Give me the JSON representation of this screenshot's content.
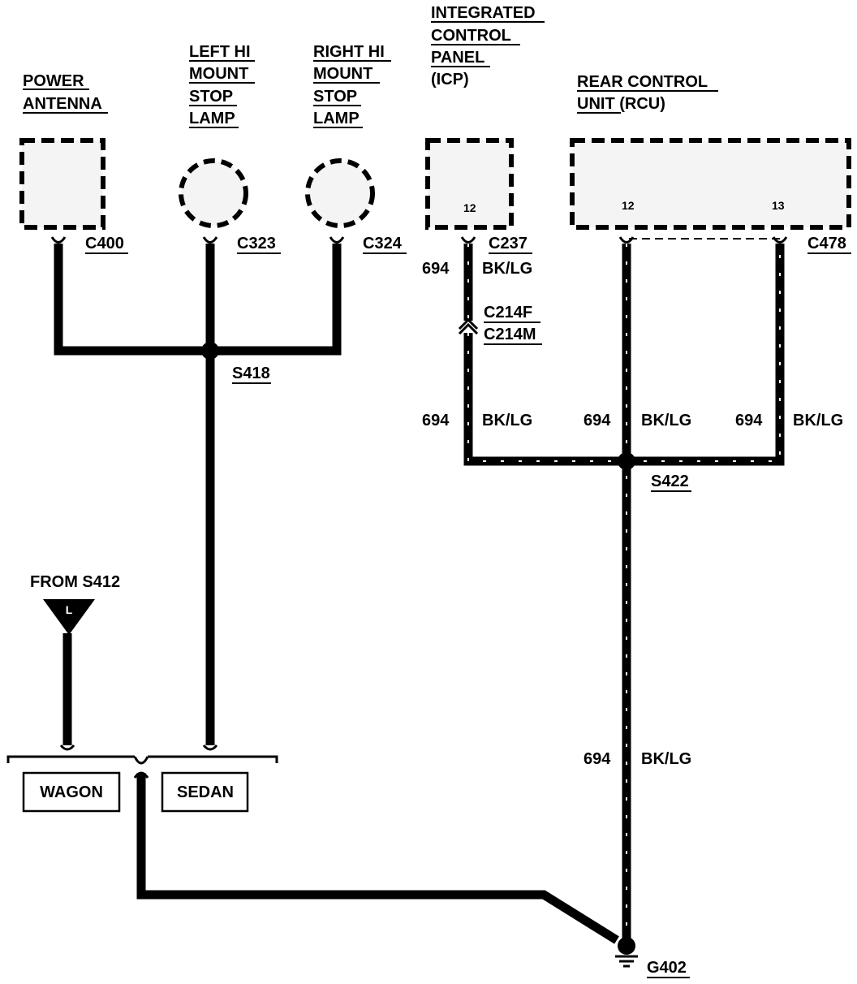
{
  "components": {
    "power_antenna": [
      "POWER",
      "ANTENNA"
    ],
    "left_hi_mount": [
      "LEFT HI",
      "MOUNT",
      "STOP",
      "LAMP"
    ],
    "right_hi_mount": [
      "RIGHT HI",
      "MOUNT",
      "STOP",
      "LAMP"
    ],
    "icp": [
      "INTEGRATED",
      "CONTROL",
      "PANEL",
      "(ICP)"
    ],
    "rcu": [
      "REAR CONTROL",
      "UNIT (RCU)"
    ]
  },
  "pins": {
    "icp": "12",
    "rcu_a": "12",
    "rcu_b": "13"
  },
  "connectors": {
    "c400": "C400",
    "c323": "C323",
    "c324": "C324",
    "c237": "C237",
    "c478": "C478",
    "c214f": "C214F",
    "c214m": "C214M"
  },
  "splices": {
    "s418": "S418",
    "s422": "S422"
  },
  "ground": "G402",
  "circuit": "694",
  "wire_color": "BK/LG",
  "from_label": "FROM S412",
  "from_marker": "L",
  "options": {
    "wagon": "WAGON",
    "sedan": "SEDAN"
  }
}
